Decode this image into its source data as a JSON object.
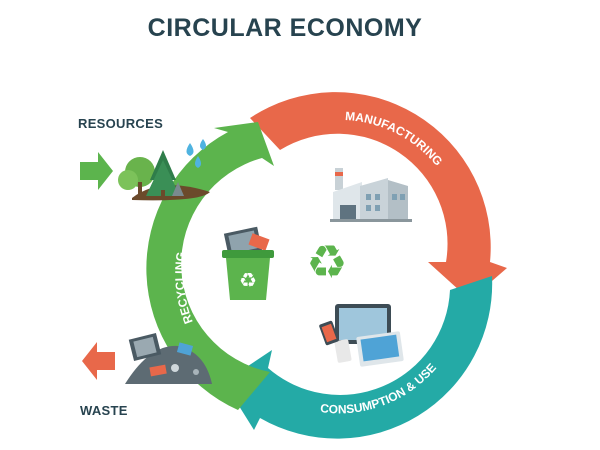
{
  "title": "CIRCULAR ECONOMY",
  "labels": {
    "resources": "RESOURCES",
    "waste": "WASTE",
    "manufacturing": "MANUFACTURING",
    "consumption": "CONSUMPTION & USE",
    "recycling": "RECYCLING"
  },
  "colors": {
    "title": "#27434f",
    "manufacturing": "#e8684a",
    "consumption": "#24aaa6",
    "recycling": "#5cb44d",
    "resources_arrow": "#5cb44d",
    "waste_arrow": "#e8684a"
  }
}
